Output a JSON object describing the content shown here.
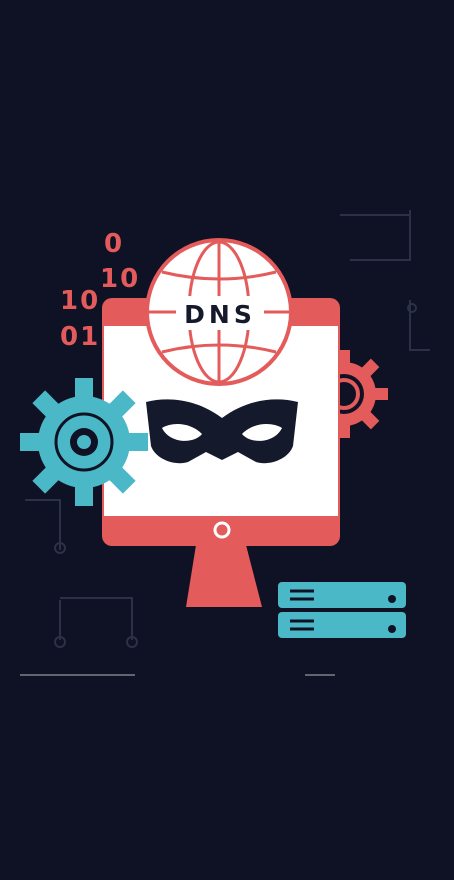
{
  "illustration": {
    "binary_lines": [
      "0",
      "10",
      "10",
      "01"
    ],
    "globe_label": "DNS"
  },
  "colors": {
    "background": "#0f1224",
    "accent_red": "#e45b5b",
    "accent_teal": "#4bb8c8",
    "screen_white": "#ffffff",
    "mask_dark": "#15192c",
    "circuit_line": "#2b3147"
  },
  "icons": [
    "gear-icon",
    "monitor-icon",
    "globe-icon",
    "mask-icon",
    "server-icon",
    "power-button-icon"
  ]
}
